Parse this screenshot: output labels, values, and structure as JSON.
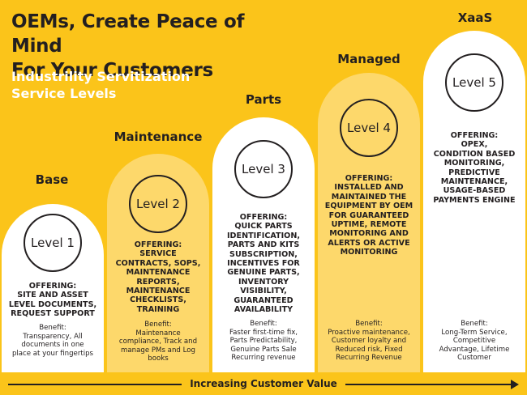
{
  "header": {
    "title_line1": "OEMs, Create Peace of Mind",
    "title_line2": "For Your Customers",
    "subtitle_line1": "Industrility Servitization",
    "subtitle_line2": "Service Levels"
  },
  "tiers": [
    {
      "name": "Base",
      "level": "Level 1",
      "offering": [
        "OFFERING:",
        "SITE AND ASSET",
        "LEVEL DOCUMENTS,",
        "REQUEST SUPPORT"
      ],
      "benefit_head": "Benefit:",
      "benefit": [
        "Transparency, All",
        "documents in one",
        "place at your fingertips"
      ]
    },
    {
      "name": "Maintenance",
      "level": "Level 2",
      "offering": [
        "OFFERING:",
        "SERVICE",
        "CONTRACTS, SOPS,",
        "MAINTENANCE",
        "REPORTS,",
        "MAINTENANCE",
        "CHECKLISTS,",
        "TRAINING"
      ],
      "benefit_head": "Benefit:",
      "benefit": [
        "Maintenance",
        "compliance, Track and",
        "manage PMs and Log",
        "books"
      ]
    },
    {
      "name": "Parts",
      "level": "Level 3",
      "offering": [
        "OFFERING:",
        "QUICK PARTS",
        "IDENTIFICATION,",
        "PARTS AND KITS",
        "SUBSCRIPTION,",
        "INCENTIVES FOR",
        "GENUINE PARTS,",
        "INVENTORY",
        "VISIBILITY,",
        "GUARANTEED",
        "AVAILABILITY"
      ],
      "benefit_head": "Benefit:",
      "benefit": [
        "Faster first-time fix,",
        "Parts Predictability,",
        "Genuine Parts Sale",
        "Recurring revenue"
      ]
    },
    {
      "name": "Managed",
      "level": "Level 4",
      "offering": [
        "OFFERING:",
        "INSTALLED AND",
        "MAINTAINED THE",
        "EQUIPMENT BY OEM",
        "FOR GUARANTEED",
        "UPTIME, REMOTE",
        "MONITORING AND",
        "ALERTS OR ACTIVE",
        "MONITORING"
      ],
      "benefit_head": "Benefit:",
      "benefit": [
        "Proactive maintenance,",
        "Customer loyalty and",
        "Reduced risk, Fixed",
        "Recurring Revenue"
      ]
    },
    {
      "name": "XaaS",
      "level": "Level 5",
      "offering": [
        "OFFERING:",
        "OPEX,",
        "CONDITION BASED",
        "MONITORING,",
        "PREDICTIVE",
        "MAINTENANCE,",
        "USAGE-BASED",
        "PAYMENTS ENGINE"
      ],
      "benefit_head": "Benefit:",
      "benefit": [
        "Long-Term Service,",
        "Competitive",
        "Advantage, Lifetime",
        "Customer"
      ]
    }
  ],
  "footer": {
    "arrow_label": "Increasing Customer Value"
  },
  "colors": {
    "background": "#FBC41A",
    "pillar_white": "#FFFFFF",
    "pillar_cream": "#FDD86B",
    "text_dark": "#231F20"
  }
}
